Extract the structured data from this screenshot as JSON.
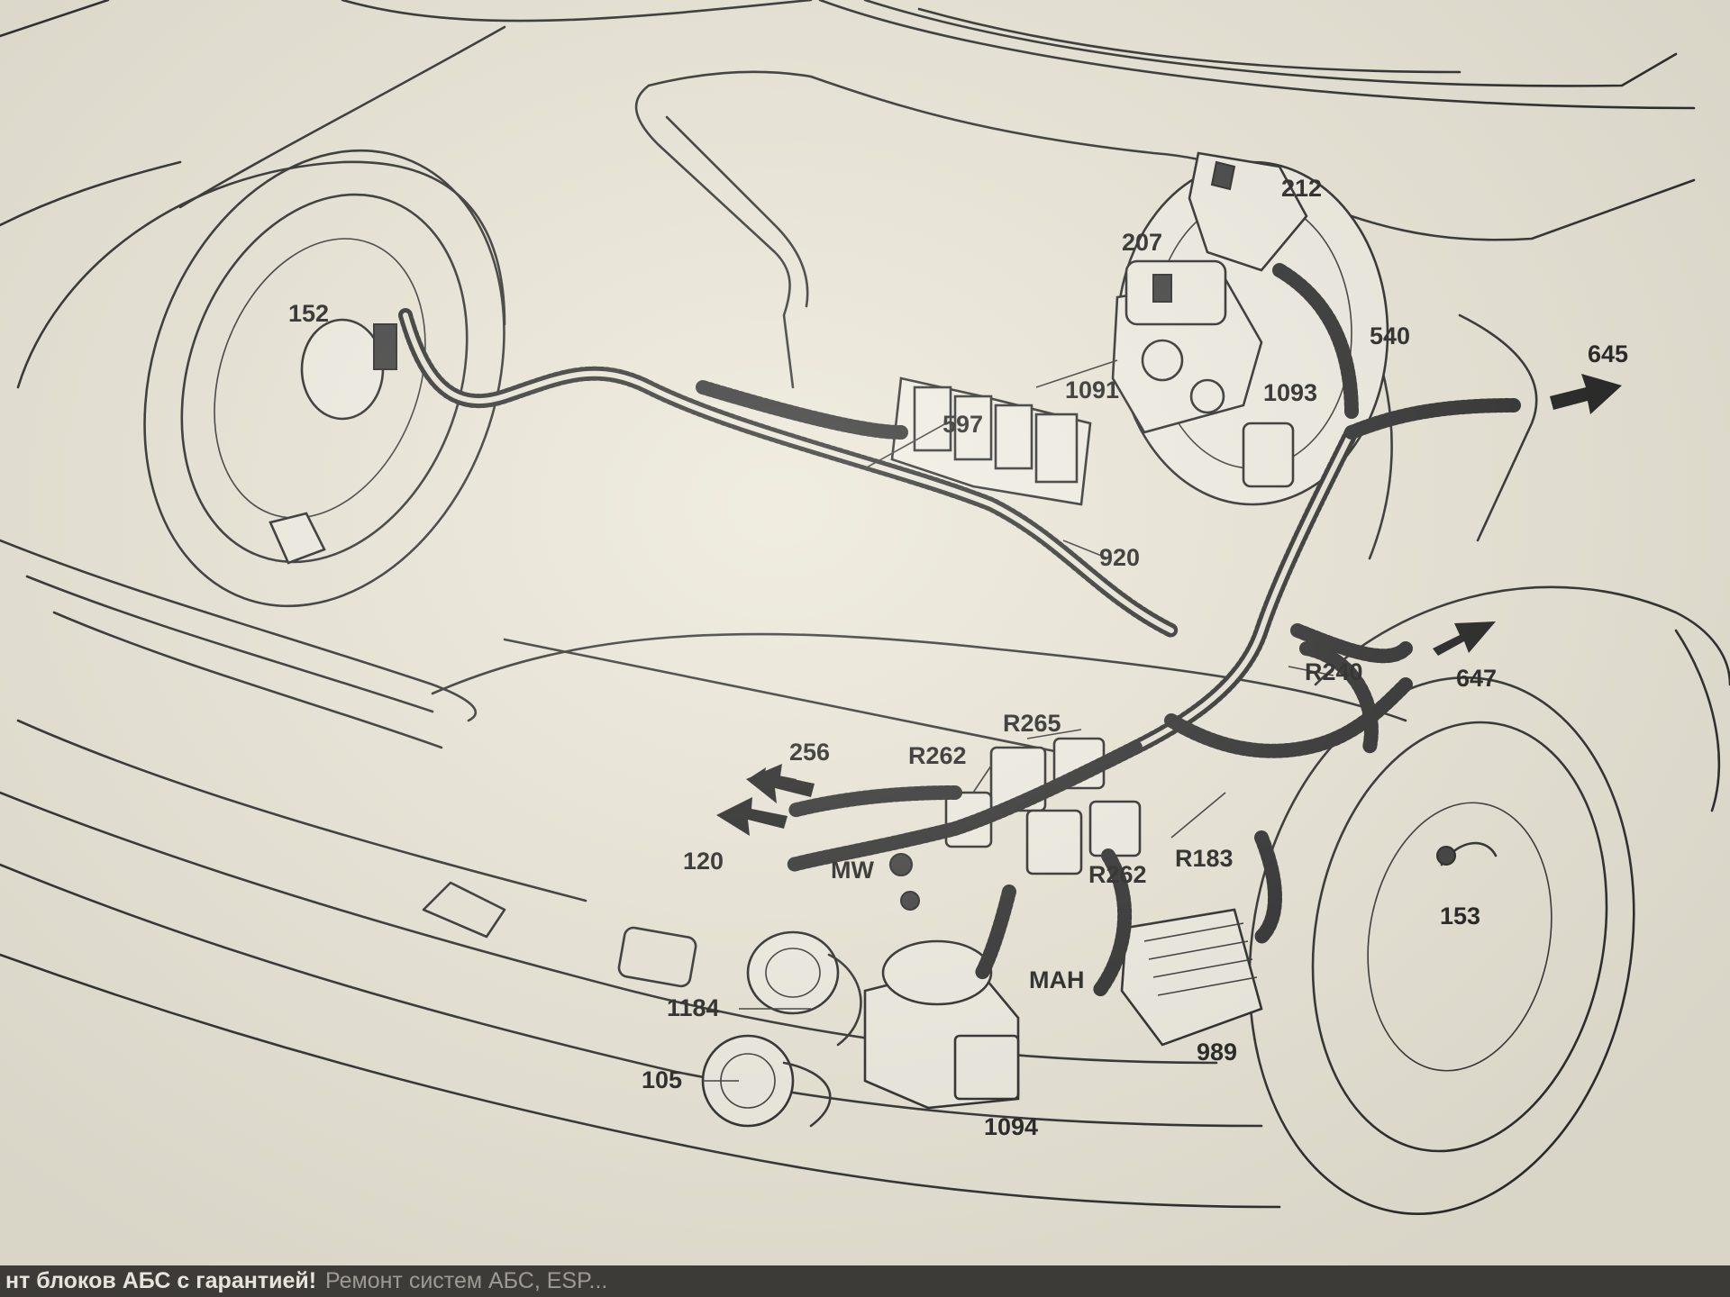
{
  "diagram": {
    "labels": {
      "l152": "152",
      "l212": "212",
      "l207": "207",
      "l540": "540",
      "l645": "645",
      "l1091": "1091",
      "l1093": "1093",
      "l597": "597",
      "l920": "920",
      "lR240": "R240",
      "l647": "647",
      "lR265": "R265",
      "l256": "256",
      "lR262a": "R262",
      "l120": "120",
      "lMW": "MW",
      "lR262b": "R262",
      "lR183": "R183",
      "l153": "153",
      "lMAH": "MAH",
      "l1184": "1184",
      "l989": "989",
      "l105": "105",
      "l1094": "1094"
    }
  },
  "caption": {
    "bold_text": "нт блоков АБС с гарантией!",
    "faded_text": "Ремонт систем АБС, ESP..."
  },
  "colors": {
    "paper": "#ebe7d8",
    "ink": "#1e1e1e",
    "bar": "#3c3b38"
  }
}
